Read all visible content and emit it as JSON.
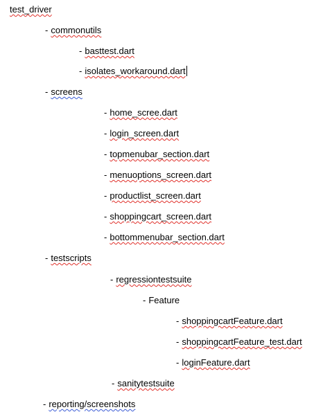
{
  "tree": {
    "root": "test_driver",
    "dash": "-",
    "commonutils": {
      "label": "commonutils",
      "files": [
        "basttest.dart",
        "isolates_workaround.dart"
      ]
    },
    "screens": {
      "label": "screens",
      "files": [
        "home_scree.dart",
        "login_screen.dart",
        "topmenubar_section.dart",
        "menuoptions_screen.dart",
        "productlist_screen.dart",
        "shoppingcart_screen.dart",
        "bottommenubar_section.dart"
      ]
    },
    "testscripts": {
      "label": "testscripts",
      "regression": {
        "label": "regressiontestsuite",
        "feature": {
          "label": "Feature",
          "files": [
            "shoppingcartFeature.dart",
            "shoppingcartFeature_test.dart",
            "loginFeature.dart"
          ]
        }
      },
      "sanity": {
        "label": "sanitytestsuite"
      }
    },
    "reporting": {
      "label": "reporting/screenshots"
    }
  }
}
